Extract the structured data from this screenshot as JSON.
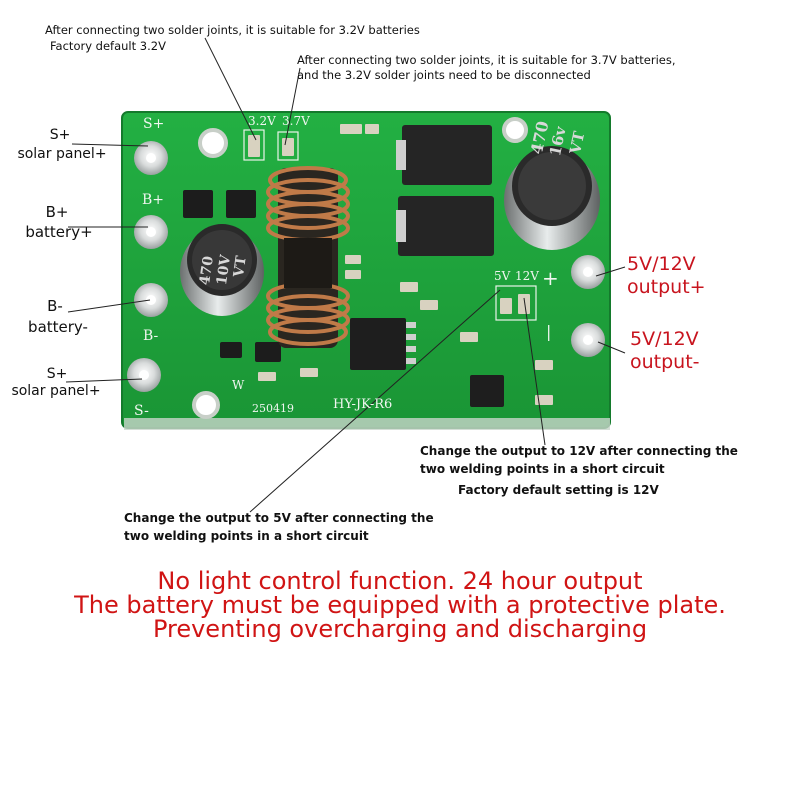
{
  "notes": {
    "top_3v2": "After connecting two solder joints, it is suitable for 3.2V batteries",
    "factory_3v2": "Factory default 3.2V",
    "top_3v7_line1": "After connecting two solder joints, it is suitable for 3.7V batteries,",
    "top_3v7_line2": "and the 3.2V solder joints need to be disconnected",
    "out12_line1": "Change the output to 12V after connecting the",
    "out12_line2": "two welding points in a short circuit",
    "out12_factory": "Factory default setting is 12V",
    "out5_line1": "Change the output to 5V after connecting the",
    "out5_line2": "two welding points in a short circuit"
  },
  "pins": {
    "s_plus_top": "S+",
    "solar_top": "solar panel+",
    "b_plus": "B+",
    "battery_plus": "battery+",
    "b_minus": "B-",
    "battery_minus": "battery-",
    "s_plus_bottom": "S+",
    "solar_bottom": "solar panel+"
  },
  "outputs": {
    "plus_voltage": "5V/12V",
    "plus_label": "output+",
    "minus_voltage": "5V/12V",
    "minus_label": "output-"
  },
  "board": {
    "silk_s_plus": "S+",
    "silk_b_plus": "B+",
    "silk_b_minus": "B-",
    "silk_s_minus": "S-",
    "silk_3v2": "3.2V",
    "silk_3v7": "3.7V",
    "silk_5v": "5V",
    "silk_12v": "12V",
    "silk_plus": "+",
    "silk_minus": "|",
    "silk_date": "250419",
    "silk_model": "HY-JK-R6",
    "silk_w": "W",
    "cap_big_value": "470",
    "cap_big_voltage": "16v",
    "cap_big_series": "VT",
    "cap_small_value": "470",
    "cap_small_voltage": "10V",
    "cap_small_series": "VT"
  },
  "warnings": {
    "line1": "No light control function. 24 hour output",
    "line2": "The battery must be equipped with a protective plate.",
    "line3": "Preventing overcharging and discharging"
  },
  "colors": {
    "pcb_green": "#1fa53c",
    "warning_red": "#d01414",
    "output_red": "#c8141e",
    "copper": "#c07a48"
  }
}
